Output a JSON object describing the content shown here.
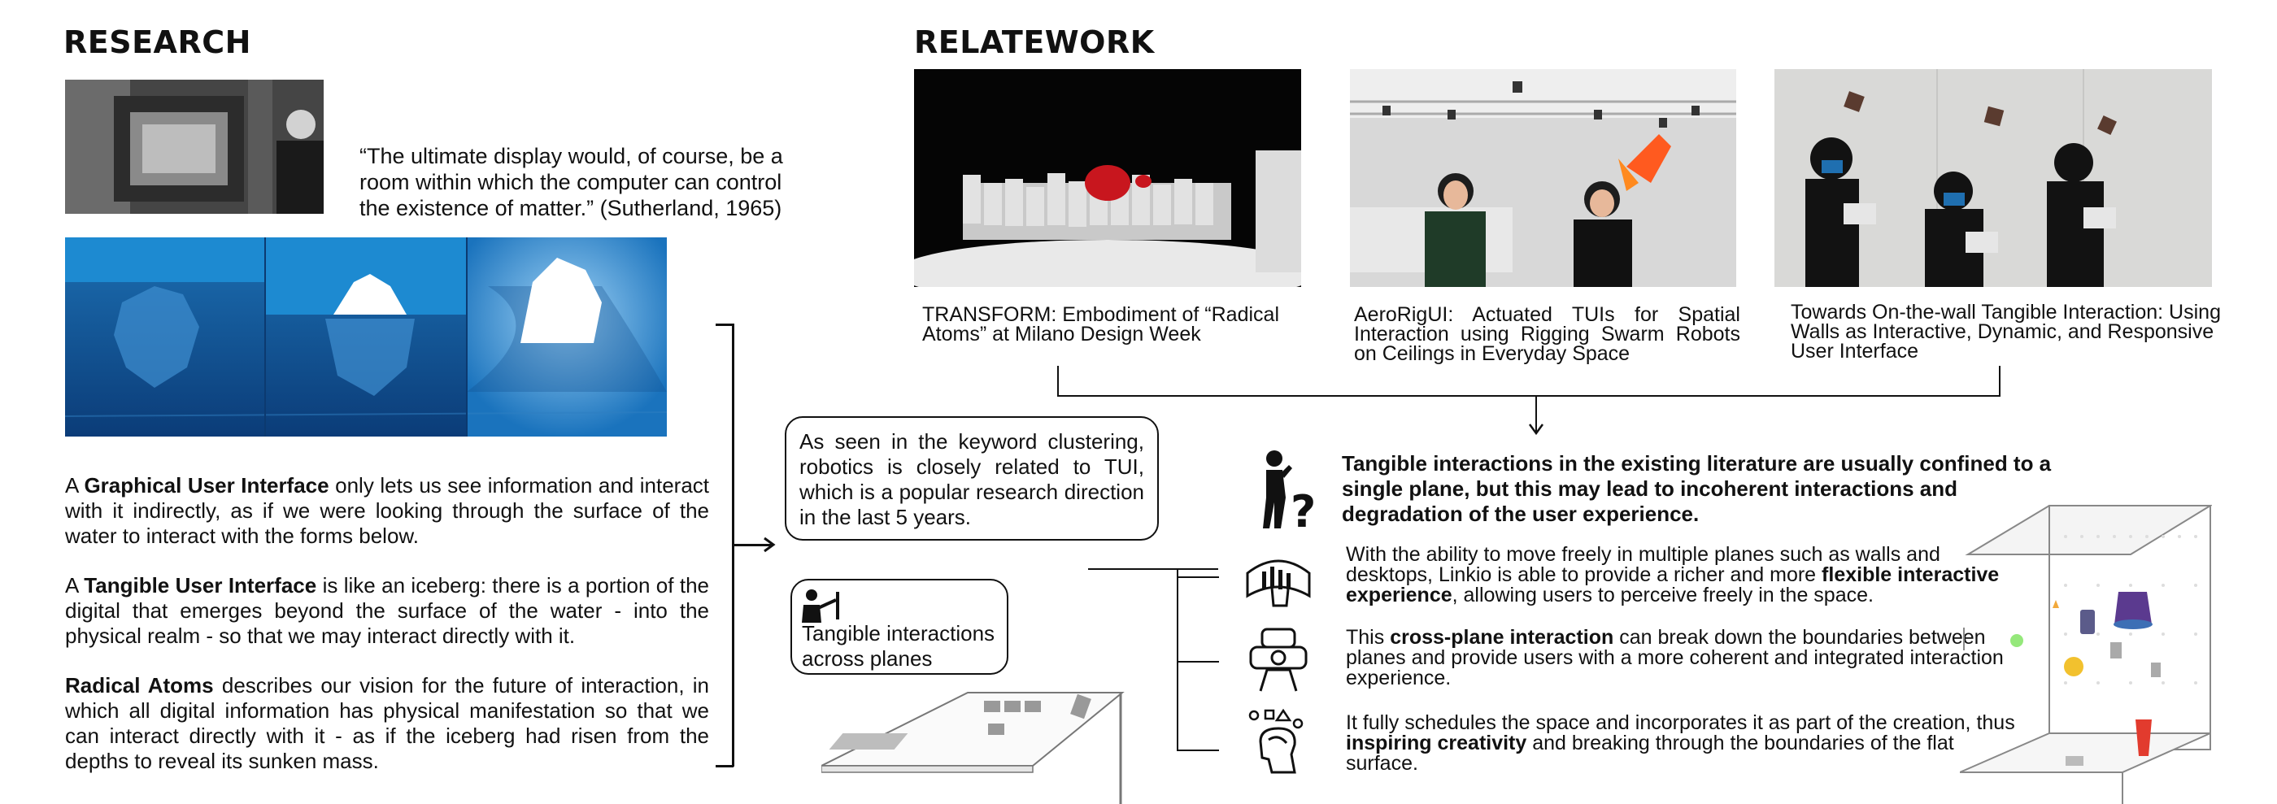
{
  "research": {
    "title": "RESEARCH",
    "quote": "“The ultimate display would, of course, be a room within which the computer can control the existence of matter.”  (Sutherland, 1965)",
    "para_gui": {
      "bold": "Graphical User Interface",
      "pre": "A ",
      "post": " only lets us see information and interact with it indirectly, as if we were looking through the surface of the water to interact with the forms below."
    },
    "para_tui": {
      "bold": "Tangible User Interface",
      "pre": "A ",
      "post": " is like an iceberg: there is a portion of the digital that emerges beyond the surface of the water - into the physical realm - so that we may interact directly with it."
    },
    "para_ra": {
      "bold": "Radical Atoms",
      "pre": "",
      "post": " describes our vision for the future of interaction, in which all digital information has physical manifestation so that we can interact directly with it - as if the iceberg had risen from the depths to reveal its sunken mass."
    }
  },
  "relatework": {
    "title": "RELATEWORK",
    "works": [
      {
        "caption": "TRANSFORM: Embodiment of “Radical Atoms” at Milano Design Week"
      },
      {
        "caption": "AeroRigUI: Actuated TUIs for Spatial Interaction using Rigging Swarm Robots on Ceilings in Everyday Space"
      },
      {
        "caption": "Towards On-the-wall Tangible Interaction: Using Walls as Interactive, Dynamic, and Responsive User Interface"
      }
    ]
  },
  "bubble": "As seen in the keyword clustering, robotics is closely related to TUI, which is a popular research direction in the last 5 years.",
  "small_bubble": "Tangible interactions across planes",
  "headline": "Tangible interactions in the existing literature are usually confined to a single plane, but this may lead to incoherent interactions and degradation of the user experience.",
  "findings": [
    {
      "pre": "With the ability to move freely in multiple planes such as walls and desktops, Linkio is able to provide a richer and more ",
      "bold": "flexible interactive experience",
      "post": ", allowing users to perceive freely in the space."
    },
    {
      "pre": "This ",
      "bold": "cross-plane interaction",
      "post": " can break down the boundaries between planes and provide users with a more coherent and integrated interaction experience."
    },
    {
      "pre": "It fully schedules the space and incorporates it as part of the creation, thus ",
      "bold": "inspiring creativity",
      "post": " and breaking through the boundaries of the flat surface."
    }
  ],
  "icons": {
    "thinker": "thinker-question-icon",
    "teacher": "presenter-board-icon",
    "multi_plane": "multi-plane-hand-icon",
    "cross_plane": "cross-plane-icon",
    "creativity": "creativity-head-icon"
  }
}
